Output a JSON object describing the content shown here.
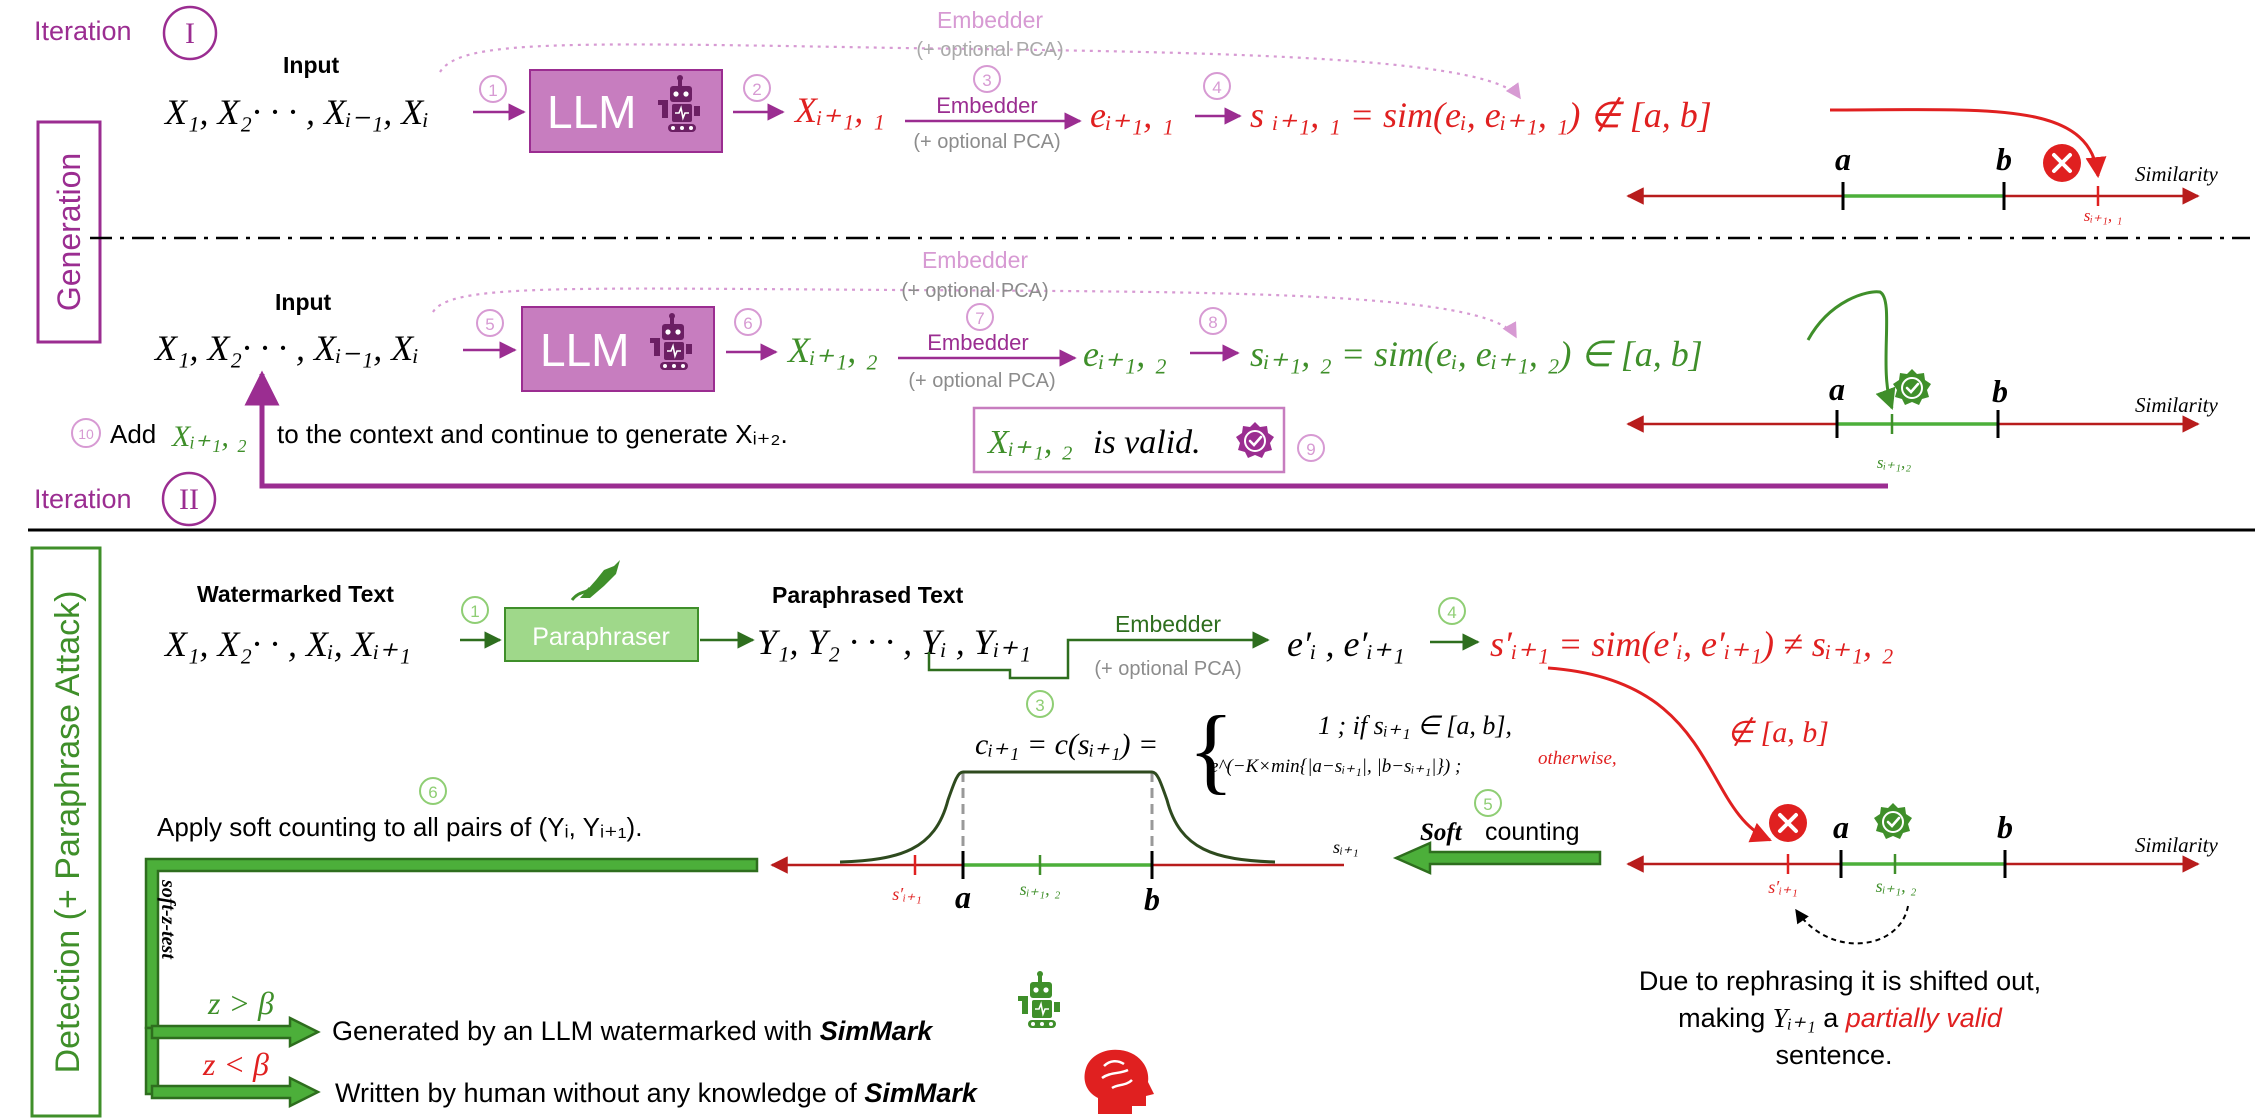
{
  "colors": {
    "purple": "#9b2d91",
    "purple_fill": "#c77dbf",
    "pink": "#d79ad3",
    "red": "#e02020",
    "dark_red": "#b81c1c",
    "green": "#3f8f2a",
    "dark_green": "#2e6e1e",
    "light_green": "#8fce74",
    "gray": "#8c8c8c",
    "black": "#000000"
  },
  "icons": [
    "robot-icon",
    "cross-icon",
    "check-badge-icon",
    "pen-icon",
    "human-head-icon"
  ],
  "iteration1": {
    "label": "Iteration",
    "numeral": "I",
    "input_label": "Input",
    "input_seq": "X₁, X₂· · · , Xᵢ₋₁, Xᵢ",
    "step1": "1",
    "llm": "LLM",
    "step2": "2",
    "candidate": "Xᵢ₊₁, ₁",
    "step3": "3",
    "embedder": "Embedder",
    "pca": "(+ optional PCA)",
    "top_embedder": "Embedder",
    "top_pca": "(+ optional PCA)",
    "embedding": "eᵢ₊₁, ₁",
    "step4": "4",
    "similarity": "s ᵢ₊₁, ₁ = sim(eᵢ, eᵢ₊₁, ₁) ∉ [a, b]",
    "axis_a": "a",
    "axis_b": "b",
    "axis_label": "Similarity",
    "mark_label": "sᵢ₊₁, ₁"
  },
  "generation_label": "Generation",
  "iteration2": {
    "label": "Iteration",
    "numeral": "II",
    "input_label": "Input",
    "input_seq": "X₁, X₂· · · , Xᵢ₋₁, Xᵢ",
    "step5": "5",
    "llm": "LLM",
    "step6": "6",
    "candidate": "Xᵢ₊₁, ₂",
    "step7": "7",
    "embedder": "Embedder",
    "pca": "(+ optional PCA)",
    "top_embedder": "Embedder",
    "top_pca": "(+ optional PCA)",
    "embedding": "eᵢ₊₁, ₂",
    "step8": "8",
    "similarity": "sᵢ₊₁, ₂ = sim(eᵢ, eᵢ₊₁, ₂) ∈ [a, b]",
    "axis_a": "a",
    "axis_b": "b",
    "axis_label": "Similarity",
    "mark_label": "sᵢ₊₁,₂",
    "step10": "10",
    "add_prefix": "Add",
    "add_var": "Xᵢ₊₁, ₂",
    "add_suffix": "to the context and continue to generate Xᵢ₊₂.",
    "valid_var": "Xᵢ₊₁, ₂",
    "valid_text": "is valid.",
    "step9": "9"
  },
  "detection": {
    "label": "Detection (+ Paraphrase Attack)",
    "watermarked_label": "Watermarked Text",
    "watermarked_seq": "X₁, X₂· · , Xᵢ, Xᵢ₊₁",
    "step1": "1",
    "paraphraser": "Paraphraser",
    "paraphrased_label": "Paraphrased Text",
    "paraphrased_seq": "Y₁, Y₂ · · · , Yᵢ , Yᵢ₊₁",
    "embedder": "Embedder",
    "pca": "(+ optional PCA)",
    "embeddings": "e′ᵢ , e′ᵢ₊₁",
    "step4": "4",
    "similarity": "s′ᵢ₊₁ = sim(e′ᵢ, e′ᵢ₊₁) ≠ sᵢ₊₁, ₂",
    "not_in": "∉ [a, b]",
    "step3": "3",
    "formula_lhs": "cᵢ₊₁ = c(sᵢ₊₁) =",
    "formula_case1": "1 ; if sᵢ₊₁ ∈ [a, b],",
    "formula_case2": "e^(−K×min{|a−sᵢ₊₁|, |b−sᵢ₊₁|}) ;",
    "formula_otherwise": "otherwise,",
    "step6": "6",
    "apply_text": "Apply soft counting to all pairs of (Yᵢ, Yᵢ₊₁).",
    "step5": "5",
    "soft_word": "Soft",
    "counting_word": "counting",
    "curve_axis_label": "sᵢ₊₁",
    "curve_a": "a",
    "curve_b": "b",
    "curve_mark_red": "s′ᵢ₊₁",
    "curve_mark_green": "sᵢ₊₁, ₂",
    "axis_a": "a",
    "axis_b": "b",
    "axis_label": "Similarity",
    "axis_mark_red": "s′ᵢ₊₁",
    "axis_mark_green": "sᵢ₊₁, ₂",
    "shift_line1": "Due to rephrasing it is shifted out,",
    "shift_line2_prefix": "making",
    "shift_line2_var": "Yᵢ₊₁",
    "shift_line2_mid": "a",
    "shift_line2_emph": "partially valid",
    "shift_line3": "sentence.",
    "ztest": "soft-z-test",
    "cond_gt": "z > β",
    "cond_lt": "z < β",
    "result1_prefix": "Generated by an LLM watermarked with",
    "result1_brand": "SimMark",
    "result2_prefix": "Written by human without any knowledge of",
    "result2_brand": "SimMark"
  }
}
